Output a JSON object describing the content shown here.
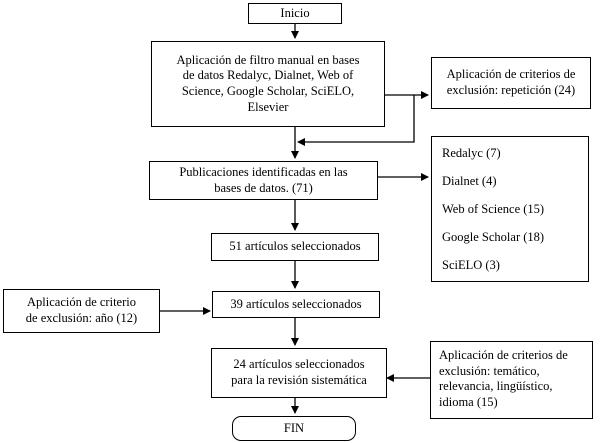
{
  "start": "Inicio",
  "filter": [
    "Aplicación de filtro manual en bases",
    "de datos Redalyc, Dialnet, Web of",
    "Science, Google Scholar, SciELO,",
    "Elsevier"
  ],
  "exclusion_repeat": [
    "Aplicación de criterios de",
    "exclusión: repetición (24)"
  ],
  "identified": [
    "Publicaciones identificadas en las",
    "bases de datos. (71)"
  ],
  "databases": [
    "Redalyc (7)",
    "Dialnet (4)",
    "Web of Science (15)",
    "Google Scholar (18)",
    "SciELO (3)"
  ],
  "selected_51": "51 artículos seleccionados",
  "exclusion_year": [
    "Aplicación de criterio",
    "de exclusión: año (12)"
  ],
  "selected_39": "39 artículos seleccionados",
  "selected_24": [
    "24 artículos seleccionados",
    "para la revisión sistemática"
  ],
  "exclusion_thematic": [
    "Aplicación de criterios de",
    "exclusión: temático,",
    "relevancia, lingüístico,",
    "idioma (15)"
  ],
  "end": "FIN",
  "colors": {
    "line": "#000000",
    "background": "#ffffff"
  }
}
